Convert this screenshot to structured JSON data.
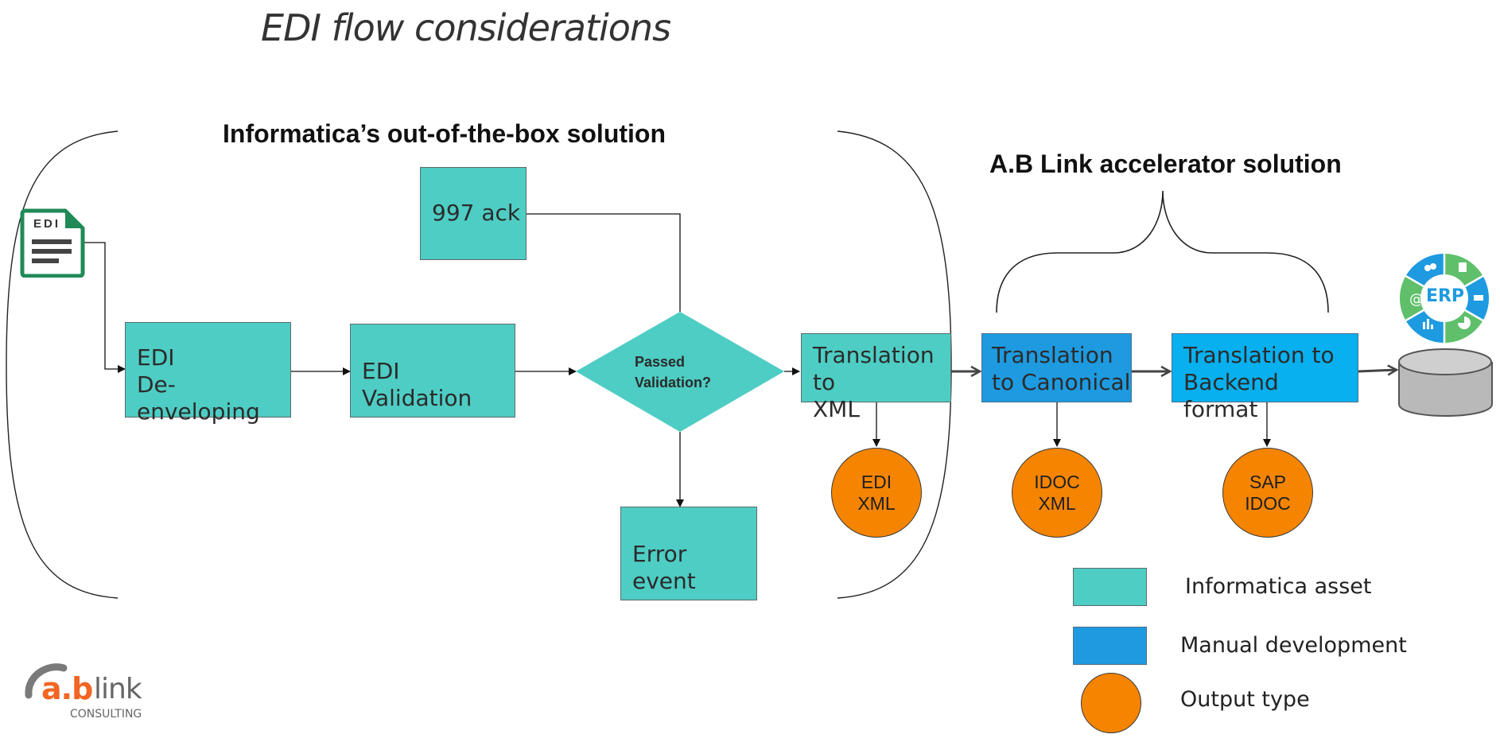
{
  "title": "EDI flow considerations",
  "headings": {
    "informatica": "Informatica’s out-of-the-box solution",
    "ablink": "A.B Link accelerator solution"
  },
  "edi_file_icon": {
    "label": "EDI",
    "icon": "edi-document-icon",
    "color": "#1f8a55"
  },
  "nodes": {
    "deenveloping": "EDI\nDe-enveloping",
    "validation": "EDI Validation",
    "ack": "997 ack",
    "decision": "Passed\nValidation?",
    "error": "Error event",
    "to_xml": "Translation to\n XML",
    "to_canonical": "Translation\nto Canonical",
    "to_backend": "Translation to\n Backend format"
  },
  "outputs": {
    "edi_xml": "EDI\nXML",
    "idoc_xml": "IDOC\nXML",
    "sap_idoc": "SAP\nIDOC"
  },
  "erp_icon": {
    "label": "ERP",
    "segment_icons": [
      "users-icon",
      "calculator-icon",
      "truck-icon",
      "pie-chart-icon",
      "bar-chart-icon",
      "at-sign-icon"
    ]
  },
  "database_icon": "database-icon",
  "legend": {
    "informatica_asset": "Informatica asset",
    "manual_development": "Manual development",
    "output_type": "Output type"
  },
  "logo": {
    "brand": "a.b",
    "word": "link",
    "sub": "CONSULTING"
  },
  "colors": {
    "informatica_asset": "#4ecdc4",
    "manual_development": "#1e9be0",
    "backend_box": "#08b0f0",
    "output": "#f58400",
    "logo_orange": "#f26522"
  }
}
